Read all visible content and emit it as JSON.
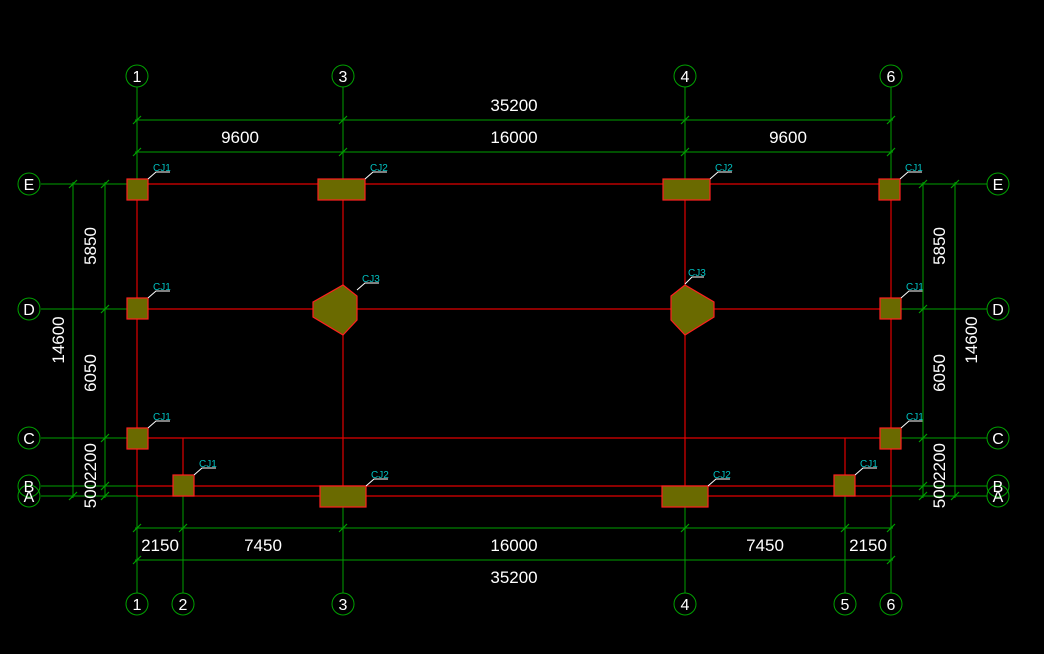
{
  "drawing": {
    "colors": {
      "background": "#000000",
      "grid_line": "#00a000",
      "beam_line": "#e00000",
      "footing_fill": "#6a6a00",
      "footing_edge": "#ff2020",
      "tag_text": "#00c0c0",
      "dimension_text": "#ffffff"
    },
    "axes_top": [
      "1",
      "3",
      "4",
      "6"
    ],
    "axes_bottom": [
      "1",
      "2",
      "3",
      "4",
      "5",
      "6"
    ],
    "axes_left": [
      "E",
      "D",
      "C",
      "B",
      "A"
    ],
    "axes_right": [
      "E",
      "D",
      "C",
      "B",
      "A"
    ],
    "dimensions": {
      "top_total": "35200",
      "top_segments": [
        "9600",
        "16000",
        "9600"
      ],
      "bottom_segments": [
        "2150",
        "7450",
        "16000",
        "7450",
        "2150"
      ],
      "bottom_total": "35200",
      "left_segments": [
        "5850",
        "6050",
        "2200",
        "500"
      ],
      "left_total": "14600",
      "right_segments": [
        "5850",
        "6050",
        "2200",
        "500"
      ],
      "right_total": "14600"
    },
    "footing_tags": [
      "CJ1",
      "CJ2",
      "CJ2",
      "CJ1",
      "CJ1",
      "CJ3",
      "CJ3",
      "CJ1",
      "CJ1",
      "CJ1",
      "CJ1",
      "CJ2",
      "CJ2",
      "CJ1"
    ]
  }
}
